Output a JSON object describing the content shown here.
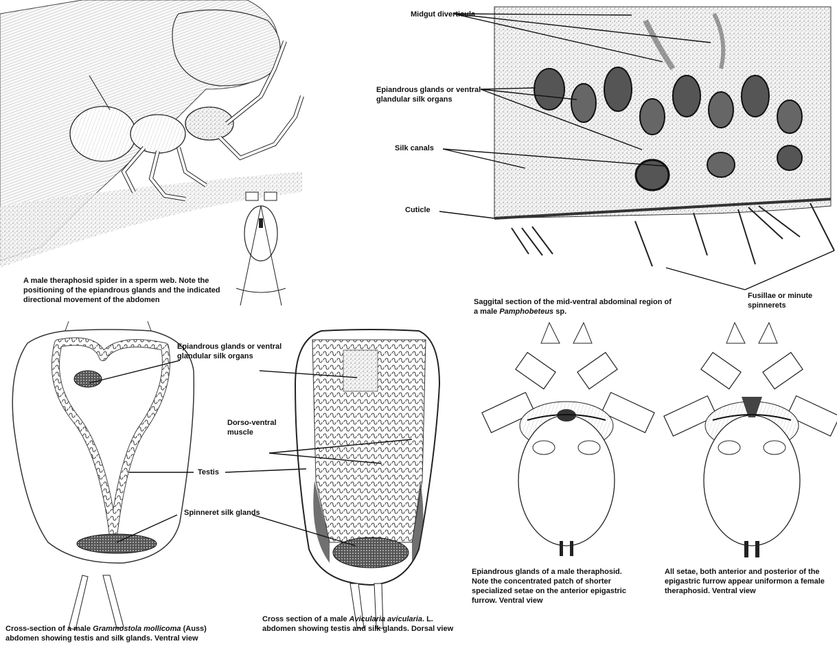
{
  "panels": {
    "spider_web": {
      "caption": "A male theraphosid spider in a sperm web. Note the positioning of the epiandrous glands and the indicated directional movement of the abdomen"
    },
    "sagittal": {
      "labels": {
        "midgut": "Midgut diverticula",
        "epiandrous_1": "Epiandrous glands or ventral",
        "epiandrous_2": "glandular silk organs",
        "silk_canals": "Silk canals",
        "cuticle": "Cuticle",
        "fusillae_1": "Fusillae or minute",
        "fusillae_2": "spinnerets"
      },
      "caption_line1": "Saggital section of the mid-ventral abdominal region of",
      "caption_line2_pre": "a male ",
      "caption_line2_italic": "Pamphobeteus",
      "caption_line2_post": " sp."
    },
    "cross_sections": {
      "labels": {
        "epiandrous_1": "Epiandrous glands or ventral",
        "epiandrous_2": "glandular silk organs",
        "dorso_1": "Dorso-ventral",
        "dorso_2": "muscle",
        "testis": "Testis",
        "spinneret": "Spinneret silk glands"
      },
      "left_caption_pre": "Cross-section of a male ",
      "left_caption_italic": "Grammostola mollicoma",
      "left_caption_post": " (Auss)",
      "left_caption_line2": "abdomen showing testis and silk glands. Ventral view",
      "right_caption_pre": "Cross section of a male ",
      "right_caption_italic": "Avicularia avicularia",
      "right_caption_post": ". L.",
      "right_caption_line2": "abdomen showing testis and silk glands. Dorsal view"
    },
    "ventral_views": {
      "male_caption": "Epiandrous glands of a male theraphosid. Note the concentrated patch of shorter specialized setae on the anterior epigastric furrow. Ventral view",
      "female_caption": "All setae, both anterior and posterior of the epigastric furrow appear uniformon a female theraphosid. Ventral view"
    }
  }
}
